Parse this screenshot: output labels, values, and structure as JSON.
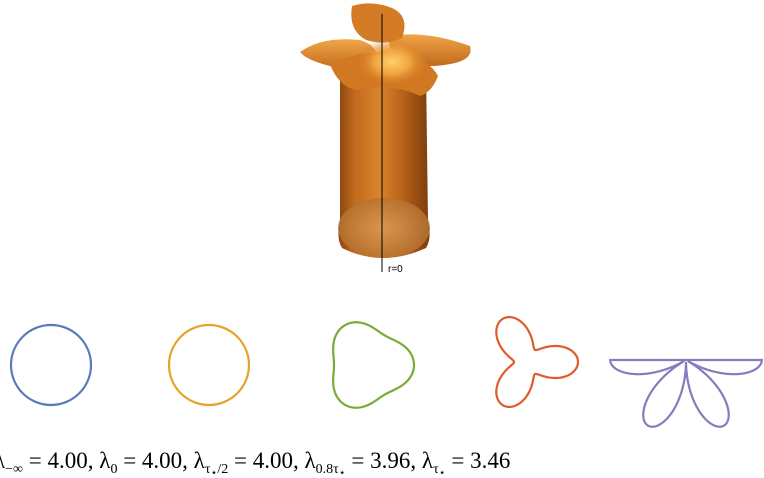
{
  "figure": {
    "surface": {
      "axis_label": "r=0",
      "color": "#c8741f"
    },
    "curves": [
      {
        "color": "#5b7bb8",
        "shape": "circle"
      },
      {
        "color": "#e6a22a",
        "shape": "circle"
      },
      {
        "color": "#7aab36",
        "shape": "rounded-triangle"
      },
      {
        "color": "#e05b2c",
        "shape": "three-lobed"
      },
      {
        "color": "#8a79bd",
        "shape": "three-petal"
      }
    ],
    "caption": {
      "lambda_neg_inf": "4.00",
      "lambda_0": "4.00",
      "lambda_half": "4.00",
      "lambda_08": "3.96",
      "lambda_tau": "3.46"
    }
  }
}
